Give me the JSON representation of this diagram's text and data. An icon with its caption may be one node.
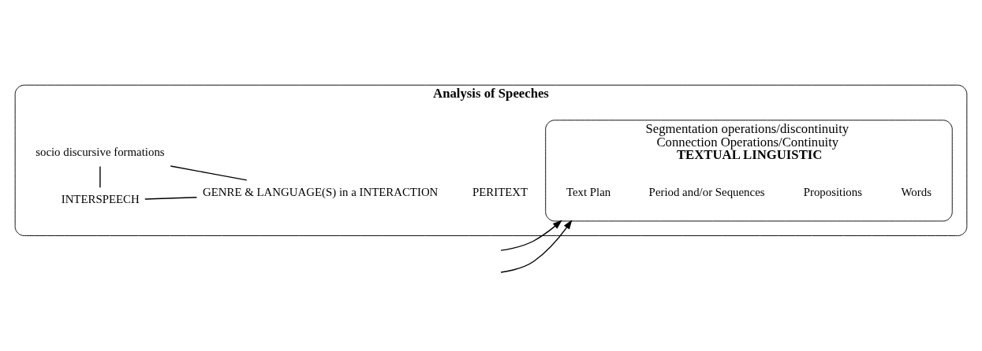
{
  "diagram": {
    "nodes": [
      {
        "text": [
          "Analysis of Speeches"
        ]
      },
      {
        "text": [
          "INTERSPEECH"
        ],
        "in": 0
      },
      {
        "text": [
          "GENRE & LANGUAGE(S) in a INTERACTION"
        ],
        "in": 0
      },
      {
        "text": [
          "socio discursive formations"
        ],
        "in": 0
      },
      {
        "text": [
          "Segmentation operations/discontinuity",
          "Connection Operations/Continuity",
          "TEXTUAL LINGUISTIC"
        ],
        "in": 0
      }
    ],
    "edges": [
      {
        "from": 1,
        "to": 2,
        "arrow": "none"
      },
      {
        "from": 1,
        "to": 3,
        "arrow": "none"
      },
      {
        "from": 3,
        "to": 2,
        "arrow": "none"
      },
      {
        "from": null,
        "to": 4,
        "arrow": "to"
      },
      {
        "from": null,
        "to": 4,
        "arrow": "to"
      }
    ],
    "labels": [
      "PERITEXT",
      "Text Plan",
      "Period and/or Sequences",
      "Propositions",
      "Words"
    ]
  }
}
